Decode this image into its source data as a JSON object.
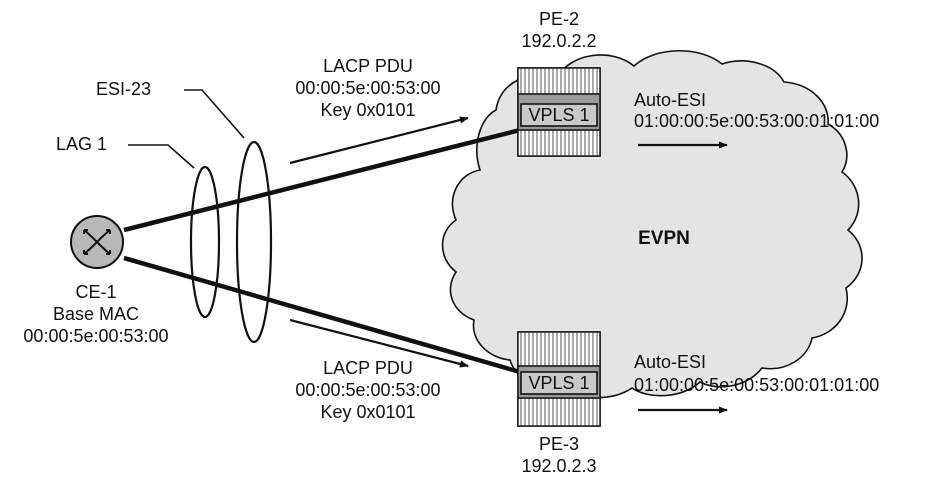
{
  "ce": {
    "name": "CE-1",
    "base_mac_label": "Base MAC",
    "mac": "00:00:5e:00:53:00"
  },
  "lag": {
    "label": "LAG 1"
  },
  "esi": {
    "label": "ESI-23"
  },
  "pe2": {
    "name": "PE-2",
    "ip": "192.0.2.2",
    "service": "VPLS 1",
    "auto_esi_label": "Auto-ESI",
    "auto_esi_value": "01:00:00:5e:00:53:00:01:01:00"
  },
  "pe3": {
    "name": "PE-3",
    "ip": "192.0.2.3",
    "service": "VPLS 1",
    "auto_esi_label": "Auto-ESI",
    "auto_esi_value": "01:00:00:5e:00:53:00:01:01:00"
  },
  "lacp_top": {
    "title": "LACP PDU",
    "mac": "00:00:5e:00:53:00",
    "key": "Key 0x0101"
  },
  "lacp_bottom": {
    "title": "LACP PDU",
    "mac": "00:00:5e:00:53:00",
    "key": "Key 0x0101"
  },
  "cloud": {
    "label": "EVPN"
  },
  "colors": {
    "cloud_fill": "#e4e4e4",
    "router_fill": "#b8b8b8",
    "service_box_fill": "#c9c9c9",
    "line": "#111111"
  }
}
